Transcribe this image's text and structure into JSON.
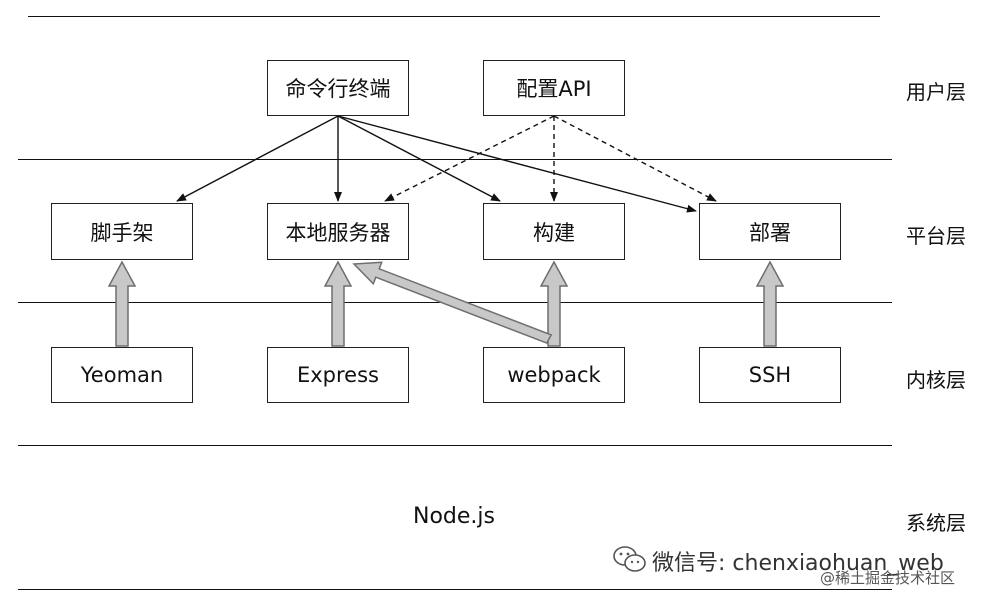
{
  "layers": {
    "user": "用户层",
    "platform": "平台层",
    "kernel": "内核层",
    "system": "系统层"
  },
  "user_layer": {
    "terminal": "命令行终端",
    "config_api": "配置API"
  },
  "platform_layer": {
    "scaffold": "脚手架",
    "local_server": "本地服务器",
    "build": "构建",
    "deploy": "部署"
  },
  "kernel_layer": {
    "yeoman": "Yeoman",
    "express": "Express",
    "webpack": "webpack",
    "ssh": "SSH"
  },
  "system_layer": {
    "node": "Node.js"
  },
  "watermark": {
    "wechat": "微信号: chenxiaohuan_web",
    "community": "@稀土掘金技术社区"
  },
  "colors": {
    "line": "#111111",
    "box_border": "#222222",
    "hollow_arrow_fill": "#c8c8c8",
    "hollow_arrow_stroke": "#6f6f6f"
  }
}
